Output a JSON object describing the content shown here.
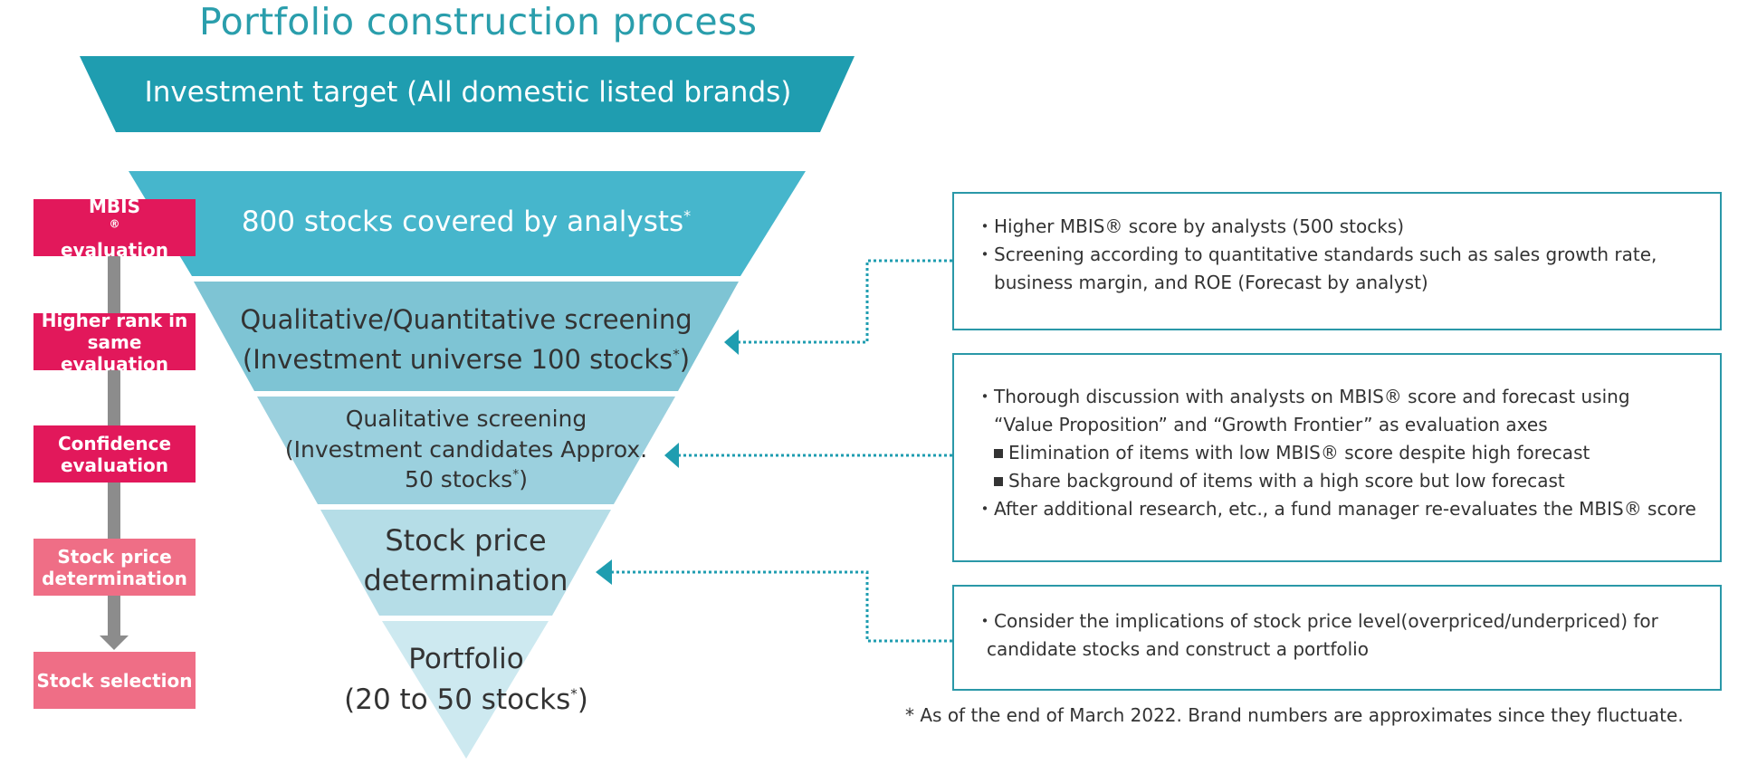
{
  "title": "Portfolio construction process",
  "funnel": {
    "top": "Investment target (All domestic listed brands)",
    "level1": "800 stocks covered by analysts",
    "level2": [
      "Qualitative/Quantitative screening",
      "(Investment universe 100 stocks",
      ")"
    ],
    "level3": [
      "Qualitative screening",
      "(Investment candidates Approx.",
      "50 stocks",
      ")"
    ],
    "level4": [
      "Stock price",
      "determination"
    ],
    "level5": [
      "Portfolio",
      "(20 to 50 stocks",
      ")"
    ],
    "asterisk": "*",
    "colors": {
      "top": "#1f9db0",
      "level1": "#46b6cc",
      "level2": "#7ec4d4",
      "level3": "#9bd0de",
      "level4": "#b5dde7",
      "level5": "#cde9f0"
    }
  },
  "steps": [
    {
      "lines": [
        "MBIS",
        "evaluation"
      ],
      "sup": "®",
      "color": "#e2185b"
    },
    {
      "lines": [
        "Higher rank in",
        "same evaluation"
      ],
      "color": "#e2185b"
    },
    {
      "lines": [
        "Confidence",
        "evaluation"
      ],
      "color": "#e2185b"
    },
    {
      "lines": [
        "Stock price",
        "determination"
      ],
      "color": "#ef6e86"
    },
    {
      "lines": [
        "Stock selection"
      ],
      "color": "#ef6e86"
    }
  ],
  "boxes": {
    "box1": {
      "line1": "・Higher MBIS® score by analysts (500 stocks)",
      "line2": "・Screening according to quantitative standards such as sales growth rate,",
      "line3": "business margin, and ROE (Forecast by analyst)"
    },
    "box2": {
      "line1": "・Thorough discussion with analysts on MBIS® score and forecast using",
      "line2": "“Value Proposition” and “Growth Frontier” as evaluation axes",
      "line3": "Elimination of items with low MBIS® score despite high forecast",
      "line4": "Share background of items with a high score but low forecast",
      "line5": "・After additional research, etc., a fund manager re-evaluates the MBIS® score"
    },
    "box3": {
      "line1": "・Consider the implications of stock price level(overpriced/underpriced) for",
      "line2": "candidate stocks and construct a portfolio"
    }
  },
  "footnote": "* As of the end of March 2022. Brand numbers are approximates since they fluctuate.",
  "accent_color": "#2a9eac",
  "connector_color": "#1f9db0"
}
